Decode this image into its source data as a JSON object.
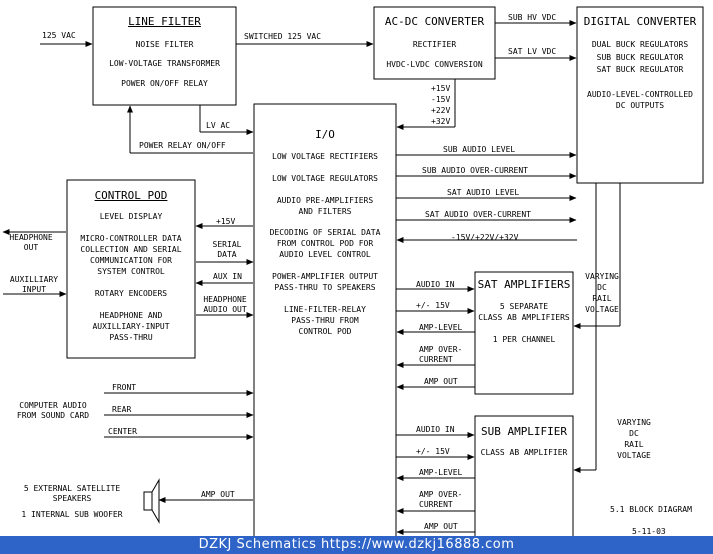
{
  "title": "5.1 BLOCK DIAGRAM",
  "date": "5-11-03",
  "banner": "DZKJ Schematics https://www.dzkj16888.com",
  "blocks": {
    "line_filter": {
      "title": "LINE FILTER",
      "items": [
        "NOISE FILTER",
        "LOW-VOLTAGE TRANSFORMER",
        "POWER ON/OFF RELAY"
      ]
    },
    "ac_dc": {
      "title": "AC-DC CONVERTER",
      "items": [
        "RECTIFIER",
        "HVDC-LVDC CONVERSION"
      ]
    },
    "digital": {
      "title": "DIGITAL CONVERTER",
      "items": [
        "DUAL BUCK REGULATORS",
        "SUB BUCK REGULATOR",
        "SAT BUCK REGULATOR",
        "AUDIO-LEVEL-CONTROLLED",
        "DC OUTPUTS"
      ]
    },
    "io": {
      "title": "I/O",
      "items": [
        "LOW VOLTAGE RECTIFIERS",
        "LOW VOLTAGE REGULATORS",
        "AUDIO PRE-AMPLIFIERS",
        "AND FILTERS",
        "DECODING OF SERIAL DATA",
        "FROM CONTROL POD FOR",
        "AUDIO LEVEL CONTROL",
        "POWER-AMPLIFIER OUTPUT",
        "PASS-THRU TO SPEAKERS",
        "LINE-FILTER-RELAY",
        "PASS-THRU FROM",
        "CONTROL POD"
      ]
    },
    "control": {
      "title": "CONTROL POD",
      "items": [
        "LEVEL DISPLAY",
        "MICRO-CONTROLLER DATA",
        "COLLECTION AND SERIAL",
        "COMMUNICATION FOR",
        "SYSTEM CONTROL",
        "ROTARY ENCODERS",
        "HEADPHONE AND",
        "AUXILLIARY-INPUT",
        "PASS-THRU"
      ]
    },
    "sat": {
      "title": "SAT AMPLIFIERS",
      "items": [
        "5 SEPARATE",
        "CLASS AB AMPLIFIERS",
        "1 PER CHANNEL"
      ]
    },
    "sub": {
      "title": "SUB AMPLIFIER",
      "items": [
        "CLASS AB AMPLIFIER"
      ]
    }
  },
  "signals": {
    "in_125": "125 VAC",
    "switched_125": "SWITCHED 125 VAC",
    "sub_hv": "SUB HV VDC",
    "sat_lv": "SAT LV VDC",
    "rails": [
      "+15V",
      "-15V",
      "+22V",
      "+32V"
    ],
    "lv_ac": "LV AC",
    "power_relay": "POWER RELAY ON/OFF",
    "sub_audio_level": "SUB AUDIO LEVEL",
    "sub_audio_oc": "SUB AUDIO OVER-CURRENT",
    "sat_audio_level": "SAT AUDIO LEVEL",
    "sat_audio_oc": "SAT AUDIO OVER-CURRENT",
    "rail_bus": "-15V/+22V/+32V",
    "plus15": "+15V",
    "serial": [
      "SERIAL",
      "DATA"
    ],
    "aux_in": "AUX IN",
    "hp_out": [
      "HEADPHONE",
      "AUDIO OUT"
    ],
    "headphone": [
      "HEADPHONE",
      "OUT"
    ],
    "aux_input": [
      "AUXILLIARY",
      "INPUT"
    ],
    "audio_in": "AUDIO IN",
    "pm15": "+/- 15V",
    "amp_level": "AMP-LEVEL",
    "amp_oc": [
      "AMP OVER-",
      "CURRENT"
    ],
    "amp_out": "AMP OUT",
    "varying": [
      "VARYING",
      "DC",
      "RAIL",
      "VOLTAGE"
    ],
    "front": "FRONT",
    "rear": "REAR",
    "center": "CENTER",
    "computer_audio": [
      "COMPUTER AUDIO",
      "FROM SOUND CARD"
    ],
    "speakers": [
      "5 EXTERNAL SATELLITE",
      "SPEAKERS",
      "1 INTERNAL SUB WOOFER"
    ],
    "amp_out_spk": "AMP OUT"
  }
}
